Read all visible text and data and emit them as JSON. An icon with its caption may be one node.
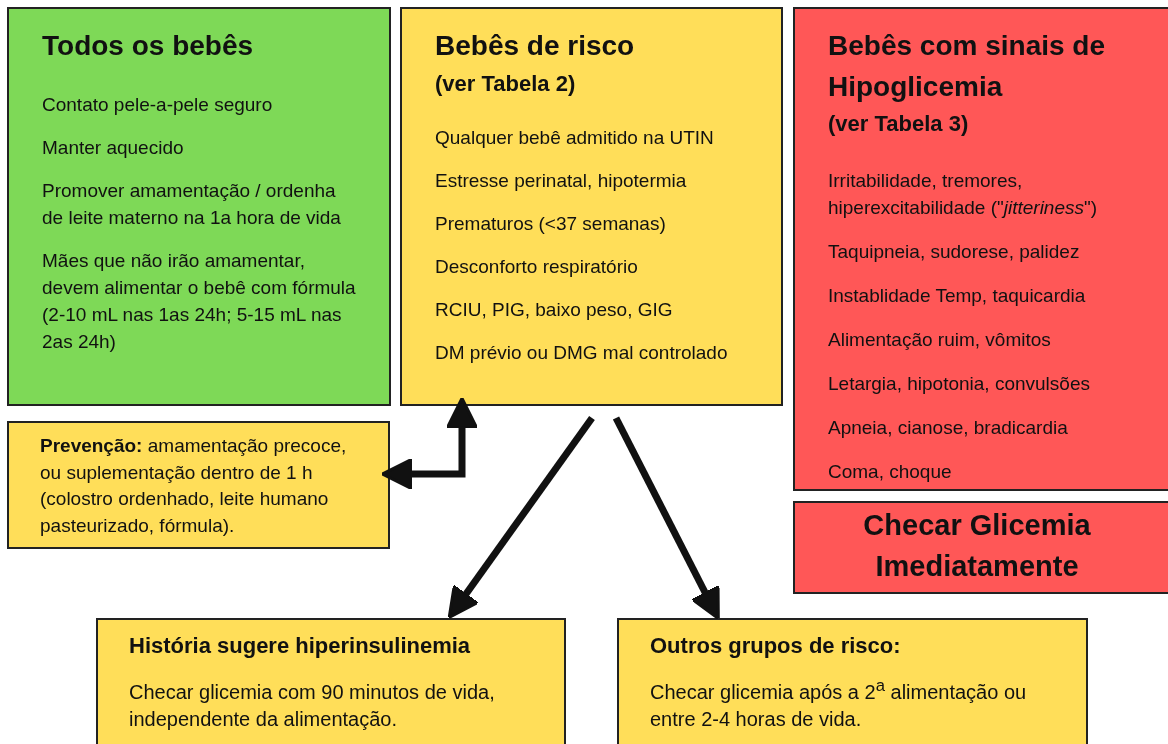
{
  "diagram": {
    "nodes": [
      {
        "text": [
          "Todos os bebês",
          "Contato pele-a-pele seguro",
          "Manter aquecido",
          "Promover amamentação / ordenha de leite materno na 1a hora de vida",
          "Mães que não irão amamentar, devem alimentar o bebê com fórmula (2-10 mL nas 1as 24h; 5-15 mL nas 2as 24h)"
        ]
      },
      {
        "text": [
          "Bebês de risco",
          "(ver Tabela 2)",
          "Qualquer bebê admitido na UTIN",
          "Estresse perinatal, hipotermia",
          "Prematuros (<37 semanas)",
          "Desconforto respiratório",
          "RCIU, PIG, baixo peso, GIG",
          "DM prévio ou DMG mal controlado"
        ]
      },
      {
        "text": [
          "Bebês com sinais de Hipoglicemia",
          "(ver Tabela 3)",
          "Irritabilidade, tremores, hiperexcitabilidade (\"*jitteriness*\")",
          "Taquipneia, sudorese, palidez",
          "Instablidade Temp, taquicardia",
          "Alimentação ruim, vômitos",
          "Letargia, hipotonia, convulsões",
          "Apneia, cianose, bradicardia",
          "Coma, choque"
        ]
      },
      {
        "text": [
          "Checar Glicemia Imediatamente"
        ]
      },
      {
        "text": [
          "**Prevenção:** amamentação precoce, ou suplementação dentro de 1 h (colostro ordenhado, leite humano pasteurizado, fórmula)."
        ]
      },
      {
        "text": [
          "História sugere hiperinsulinemia",
          "Checar glicemia com 90 minutos de vida, independente da alimentação."
        ]
      },
      {
        "text": [
          "Outros grupos de risco:",
          "Checar glicemia após a 2$^{a}$ alimentação ou entre 2-4 horas de vida."
        ]
      }
    ],
    "edges": [
      {
        "from": 4,
        "to": 1,
        "arrow": "both"
      },
      {
        "from": 1,
        "to": 5,
        "arrow": "to"
      },
      {
        "from": 1,
        "to": 6,
        "arrow": "to"
      }
    ]
  }
}
